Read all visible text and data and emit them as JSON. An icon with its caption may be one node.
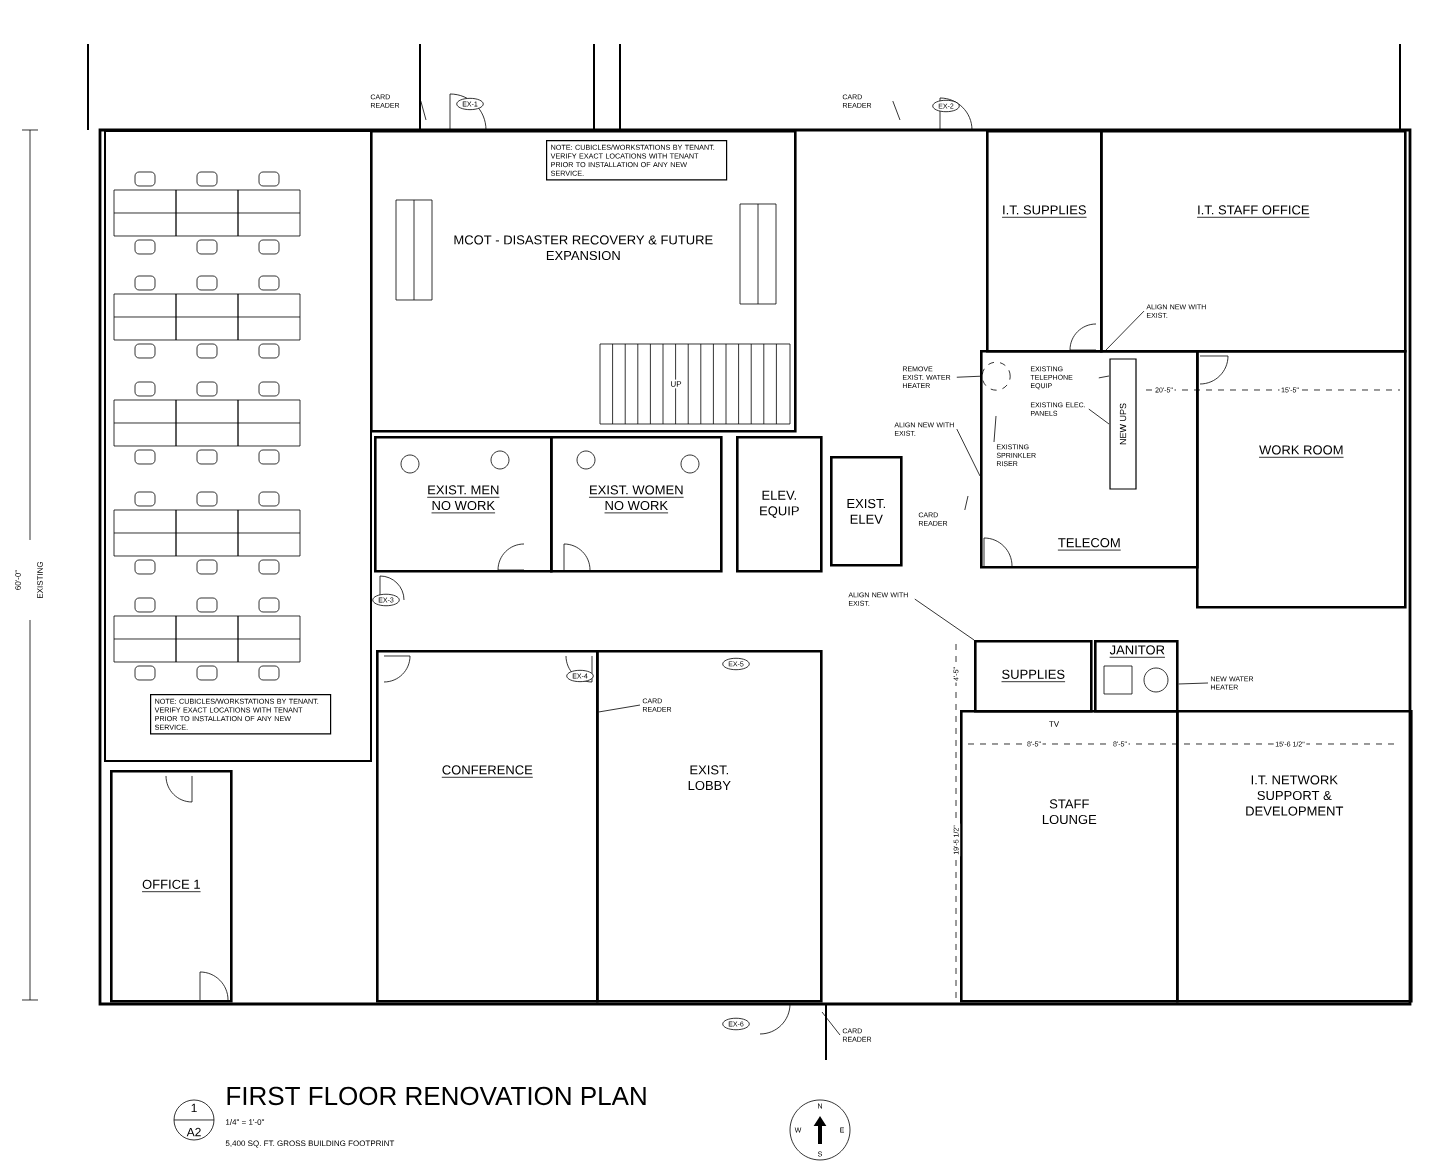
{
  "diagram": {
    "title": "FIRST FLOOR RENOVATION PLAN",
    "nodes": [
      {
        "text": [
          "MCOT - DISASTER RECOVERY & FUTURE EXPANSION"
        ]
      },
      {
        "text": [
          "NOTE: CUBICLES/WORKSTATIONS BY TENANT. VERIFY EXACT LOCATIONS WITH TENANT PRIOR TO INSTALLATION OF ANY NEW SERVICE."
        ],
        "in": 0
      },
      {
        "text": [
          "I.T. SUPPLIES"
        ]
      },
      {
        "text": [
          "I.T. STAFF OFFICE"
        ]
      },
      {
        "text": [
          "EXIST. MEN",
          "NO WORK"
        ]
      },
      {
        "text": [
          "EXIST. WOMEN",
          "NO WORK"
        ]
      },
      {
        "text": [
          "ELEV. EQUIP"
        ]
      },
      {
        "text": [
          "EXIST. ELEV"
        ]
      },
      {
        "text": [
          "TELECOM"
        ]
      },
      {
        "text": [
          "NEW UPS"
        ],
        "in": 8
      },
      {
        "text": [
          "WORK ROOM"
        ]
      },
      {
        "text": [
          "SUPPLIES"
        ]
      },
      {
        "text": [
          "JANITOR"
        ]
      },
      {
        "text": [
          "STAFF LOUNGE"
        ]
      },
      {
        "text": [
          "I.T. NETWORK SUPPORT & DEVELOPMENT"
        ]
      },
      {
        "text": [],
        "shape": "box"
      },
      {
        "text": [
          "NOTE: CUBICLES/WORKSTATIONS BY TENANT. VERIFY EXACT LOCATIONS WITH TENANT PRIOR TO INSTALLATION OF ANY NEW SERVICE."
        ],
        "in": 15
      },
      {
        "text": [
          "CONFERENCE"
        ]
      },
      {
        "text": [
          "EXIST. LOBBY"
        ]
      },
      {
        "text": [
          "OFFICE 1"
        ]
      },
      {
        "text": [
          "CARD READER"
        ]
      },
      {
        "text": [
          "CARD READER"
        ]
      },
      {
        "text": [
          "REMOVE EXIST. WATER HEATER"
        ]
      },
      {
        "text": [
          "ALIGN NEW WITH EXIST."
        ]
      },
      {
        "text": [
          "CARD READER"
        ]
      },
      {
        "text": [
          "ALIGN NEW WITH EXIST."
        ],
        "in": 3
      },
      {
        "text": [
          "EXISTING TELEPHONE EQUIP"
        ],
        "in": 8
      },
      {
        "text": [
          "EXISTING ELEC. PANELS"
        ],
        "in": 8
      },
      {
        "text": [
          "EXISTING SPRINKLER RISER"
        ],
        "in": 8
      },
      {
        "text": [
          "ALIGN NEW WITH EXIST."
        ]
      },
      {
        "text": [
          "CARD READER"
        ],
        "in": 18
      },
      {
        "text": [
          "NEW WATER HEATER"
        ]
      },
      {
        "text": [
          "CARD READER"
        ]
      },
      {
        "text": [],
        "shape": "circle",
        "in": 8
      }
    ],
    "edges": [
      {
        "from": 20,
        "to": null,
        "arrow": "none"
      },
      {
        "from": 21,
        "to": null,
        "arrow": "none"
      },
      {
        "from": 22,
        "to": 33,
        "arrow": "none"
      },
      {
        "from": 23,
        "to": 8,
        "arrow": "none"
      },
      {
        "from": 24,
        "to": null,
        "arrow": "none"
      },
      {
        "from": 25,
        "to": 8,
        "arrow": "none"
      },
      {
        "from": 26,
        "to": 9,
        "arrow": "none"
      },
      {
        "from": 27,
        "to": 9,
        "arrow": "none"
      },
      {
        "from": 28,
        "to": null,
        "arrow": "none"
      },
      {
        "from": 29,
        "to": 11,
        "arrow": "none"
      },
      {
        "from": 30,
        "to": 17,
        "arrow": "none"
      },
      {
        "from": 31,
        "to": 12,
        "arrow": "none"
      },
      {
        "from": 32,
        "to": null,
        "arrow": "none"
      }
    ],
    "labels": [
      "EX-1",
      "EX-2",
      "UP",
      "60'-0\"",
      "EXISTING",
      "EX-3",
      "EX-4",
      "EX-5",
      "EX-6",
      "20'-5\"",
      "15'-5\"",
      "4'-5\"",
      "TV",
      "8'-5\"",
      "8'-5\"",
      "15'-6 1/2\"",
      "19'-5 1/2\"",
      "1",
      "A2",
      "1/4\" = 1'-0\"",
      "5,400 SQ. FT. GROSS BUILDING FOOTPRINT",
      "N",
      "E",
      "S",
      "W"
    ]
  }
}
